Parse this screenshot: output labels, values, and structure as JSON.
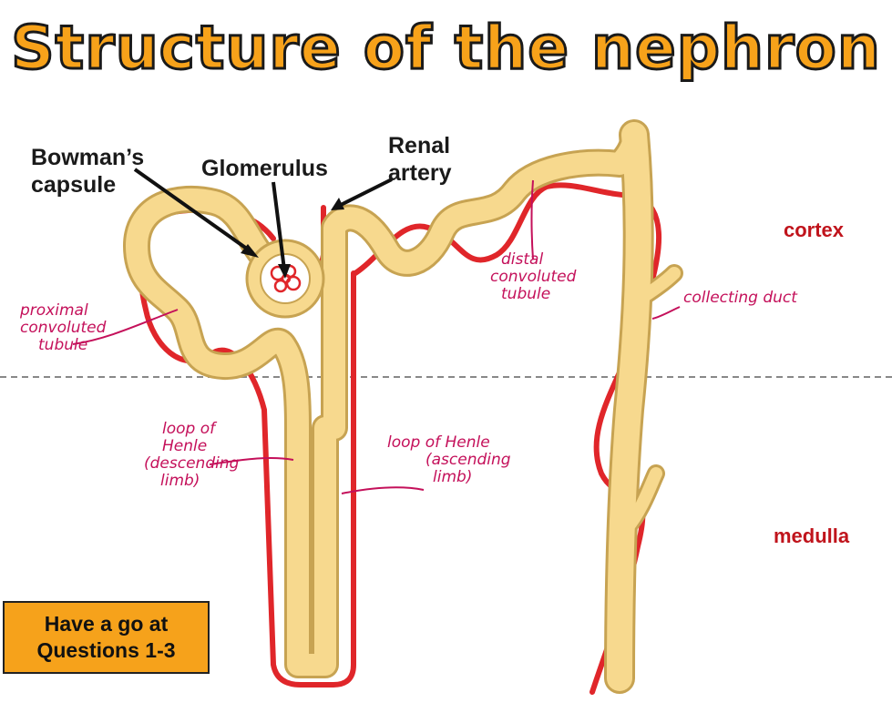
{
  "title": "Structure of the nephron",
  "labels": {
    "bowmans_capsule": [
      "Bowman’s",
      "capsule"
    ],
    "glomerulus": "Glomerulus",
    "renal_artery": [
      "Renal",
      "artery"
    ]
  },
  "zones": {
    "cortex": "cortex",
    "medulla": "medulla"
  },
  "handwritten": {
    "proximal": [
      "proximal",
      "convoluted",
      "tubule"
    ],
    "distal": [
      "distal",
      "convoluted",
      "tubule"
    ],
    "collecting": "collecting duct",
    "loop_descending": [
      "loop of",
      "Henle",
      "(descending",
      "limb)"
    ],
    "loop_ascending": [
      "loop of Henle",
      "(ascending",
      "limb)"
    ]
  },
  "callout": [
    "Have a go at",
    "Questions 1-3"
  ],
  "colors": {
    "title": "#f7a21a",
    "tubule": "#f7d98e",
    "vessel": "#e0262a",
    "zone_text": "#c0141c",
    "annotation": "#c4105a",
    "callout_bg": "#f6a21b"
  }
}
